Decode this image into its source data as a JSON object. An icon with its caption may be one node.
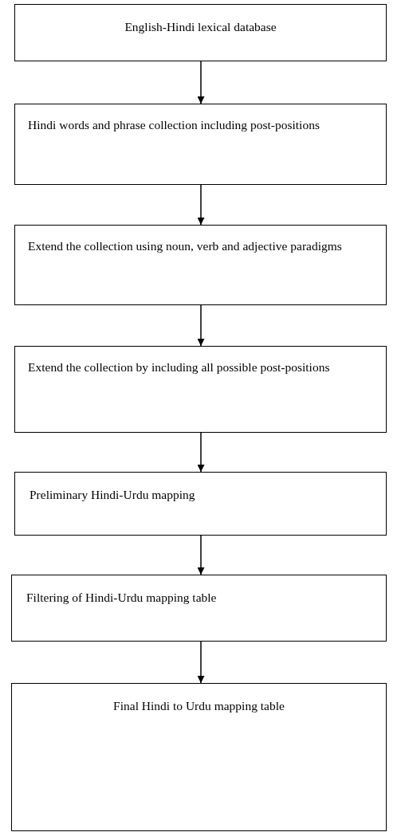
{
  "diagram": {
    "nodes": [
      {
        "text": [
          "English-Hindi lexical database"
        ]
      },
      {
        "text": [
          "Hindi words and phrase collection including post-positions"
        ]
      },
      {
        "text": [
          "Extend the collection using noun, verb and adjective paradigms"
        ]
      },
      {
        "text": [
          "Extend the collection by including all possible post-positions"
        ]
      },
      {
        "text": [
          "Preliminary Hindi-Urdu mapping"
        ]
      },
      {
        "text": [
          "Filtering of Hindi-Urdu mapping table"
        ]
      },
      {
        "text": [
          "Final Hindi to Urdu mapping table"
        ]
      }
    ],
    "edges": [
      {
        "from": 0,
        "to": 1,
        "arrow": "to"
      },
      {
        "from": 1,
        "to": 2,
        "arrow": "to"
      },
      {
        "from": 2,
        "to": 3,
        "arrow": "to"
      },
      {
        "from": 3,
        "to": 4,
        "arrow": "to"
      },
      {
        "from": 4,
        "to": 5,
        "arrow": "to"
      },
      {
        "from": 5,
        "to": 6,
        "arrow": "to"
      }
    ]
  }
}
